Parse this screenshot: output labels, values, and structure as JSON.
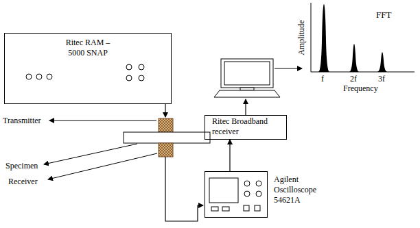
{
  "diagram": {
    "nodes": [
      {
        "text": [
          "Ritec RAM – 5000 SNAP"
        ]
      },
      {
        "text": [
          "Ritec Broadband receiver"
        ]
      },
      {
        "text": [
          "Agilent Oscilloscope 54621A"
        ]
      }
    ],
    "edges": [
      {
        "from": 2,
        "to": 1,
        "arrow": "to"
      }
    ],
    "labels": [
      "Transmitter",
      "Specimen",
      "Receiver",
      "FFT",
      "Amplitude",
      "f",
      "2f",
      "3f",
      "Frequency"
    ]
  }
}
